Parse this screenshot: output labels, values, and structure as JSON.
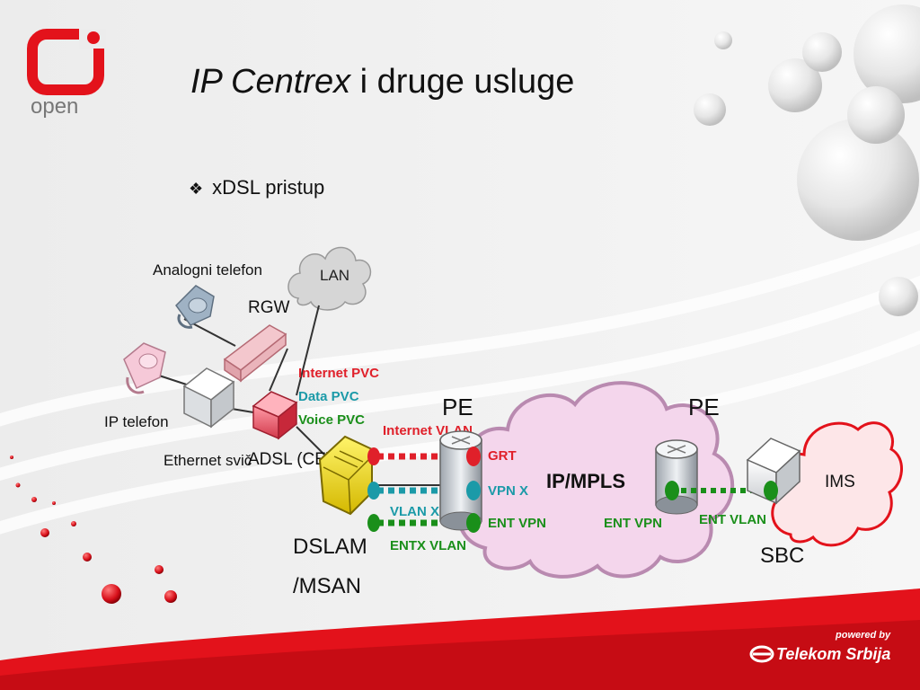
{
  "slide": {
    "title_italic": "IP Centrex",
    "title_rest": " i druge usluge",
    "bullet_mark": "❖",
    "bullet": "xDSL pristup"
  },
  "logo": {
    "text": "open"
  },
  "brand": {
    "powered": "powered by",
    "name": "Telekom Srbija"
  },
  "diagram": {
    "clouds": {
      "lan": "LAN",
      "mpls": "IP/MPLS",
      "ims": "IMS"
    },
    "devices": {
      "analog_phone": "Analogni telefon",
      "rgw": "RGW",
      "ip_phone": "IP telefon",
      "eth_switch": "Ethernet svič",
      "adsl_ce": "ADSL (CE)",
      "dslam_line1": "DSLAM",
      "dslam_line2": "/MSAN",
      "pe_left": "PE",
      "pe_right": "PE",
      "sbc": "SBC"
    },
    "pvc": {
      "internet": "Internet PVC",
      "data": "Data PVC",
      "voice": "Voice PVC"
    },
    "links": {
      "internet_vlan": "Internet VLAN",
      "vlan_x": "VLAN X",
      "entx_vlan": "ENTX VLAN",
      "grt": "GRT",
      "vpn_x": "VPN X",
      "ent_vpn_left": "ENT VPN",
      "ent_vpn_right": "ENT VPN",
      "ent_vlan": "ENT VLAN"
    },
    "colors": {
      "red": "#e0202a",
      "teal": "#1b9aa8",
      "green": "#1a8f1a",
      "pink_cloud": "#f4d6ec"
    }
  }
}
